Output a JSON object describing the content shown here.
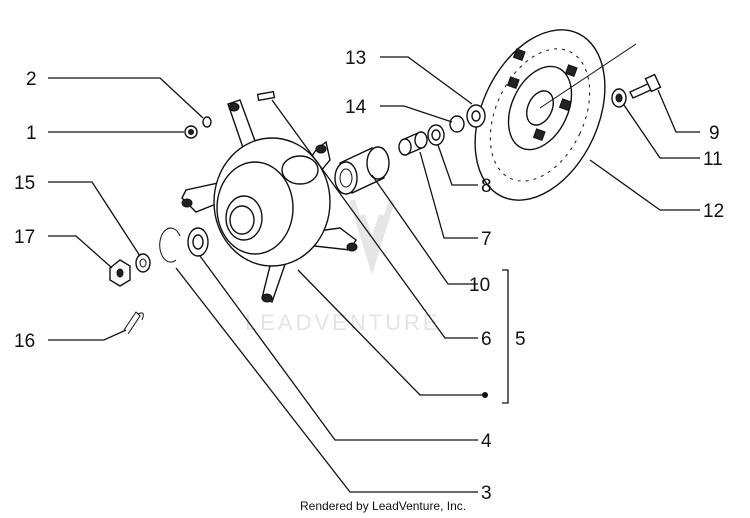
{
  "watermark": {
    "text": "LEADVENTURE"
  },
  "footer": {
    "text": "Rendered by LeadVenture, Inc."
  },
  "callouts": {
    "c1": "1",
    "c2": "2",
    "c3": "3",
    "c4": "4",
    "c5": "5",
    "c6": "6",
    "c7": "7",
    "c8": "8",
    "c9": "9",
    "c10": "10",
    "c11": "11",
    "c12": "12",
    "c13": "13",
    "c14": "14",
    "c15": "15",
    "c16": "16",
    "c17": "17"
  }
}
